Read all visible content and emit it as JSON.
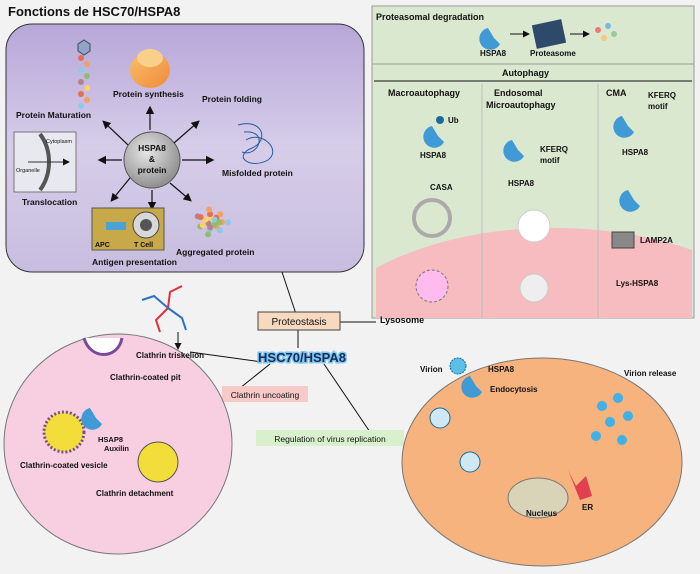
{
  "title": "Fonctions de HSC70/HSPA8",
  "center_hub": {
    "line1": "HSPA8",
    "line2": "&",
    "line3": "protein"
  },
  "functions": {
    "protein_maturation": "Protein Maturation",
    "protein_synthesis": "Protein synthesis",
    "protein_folding": "Protein folding",
    "misfolded_protein": "Misfolded protein",
    "aggregated_protein": "Aggregated protein",
    "translocation": "Translocation",
    "cytoplasm": "Cytoplasm",
    "organelle": "Organelle",
    "antigen_presentation": "Antigen presentation",
    "apc": "APC",
    "tcell": "T Cell"
  },
  "degradation": {
    "proteasomal": "Proteasomal degradation",
    "hspa8": "HSPA8",
    "proteasome": "Proteasome",
    "autophagy": "Autophagy",
    "macro_title": "Macroautophagy",
    "ub": "Ub",
    "casa": "CASA",
    "endo_title1": "Endosomal",
    "endo_title2": "Microautophagy",
    "kferq1": "KFERQ",
    "motif": "motif",
    "cma": "CMA",
    "lamp2a": "LAMP2A",
    "lys_hspa8": "Lys-HSPA8",
    "lysosome": "Lysosome"
  },
  "center": {
    "proteostasis": "Proteostasis",
    "main_label": "HSC70/HSPA8",
    "clathrin_uncoating": "Clathrin uncoating",
    "virus_regulation": "Regulation of virus replication"
  },
  "clathrin": {
    "triskelion": "Clathrin triskelion",
    "coated_pit": "Clathrin-coated pit",
    "hspa8": "HSAP8",
    "auxilin": "Auxilin",
    "coated_vesicle": "Clathrin-coated vesicle",
    "detachment": "Clathrin detachment"
  },
  "virus": {
    "virion": "Virion",
    "hspa8": "HSPA8",
    "endocytosis": "Endocytosis",
    "virion_release": "Virion release",
    "nucleus": "Nucleus",
    "er": "ER"
  },
  "colors": {
    "purple_panel": "#c9bde3",
    "green_panel": "#dbe8d0",
    "lysosome": "#f6bcc0",
    "proteostasis_box": "#f7d9bf",
    "uncoating_box": "#f8c9c9",
    "virus_box": "#d8f0cc",
    "cell_pink": "#f7cfe0",
    "cell_orange": "#f6b37d",
    "hspa8_blue": "#3f9ad6"
  }
}
